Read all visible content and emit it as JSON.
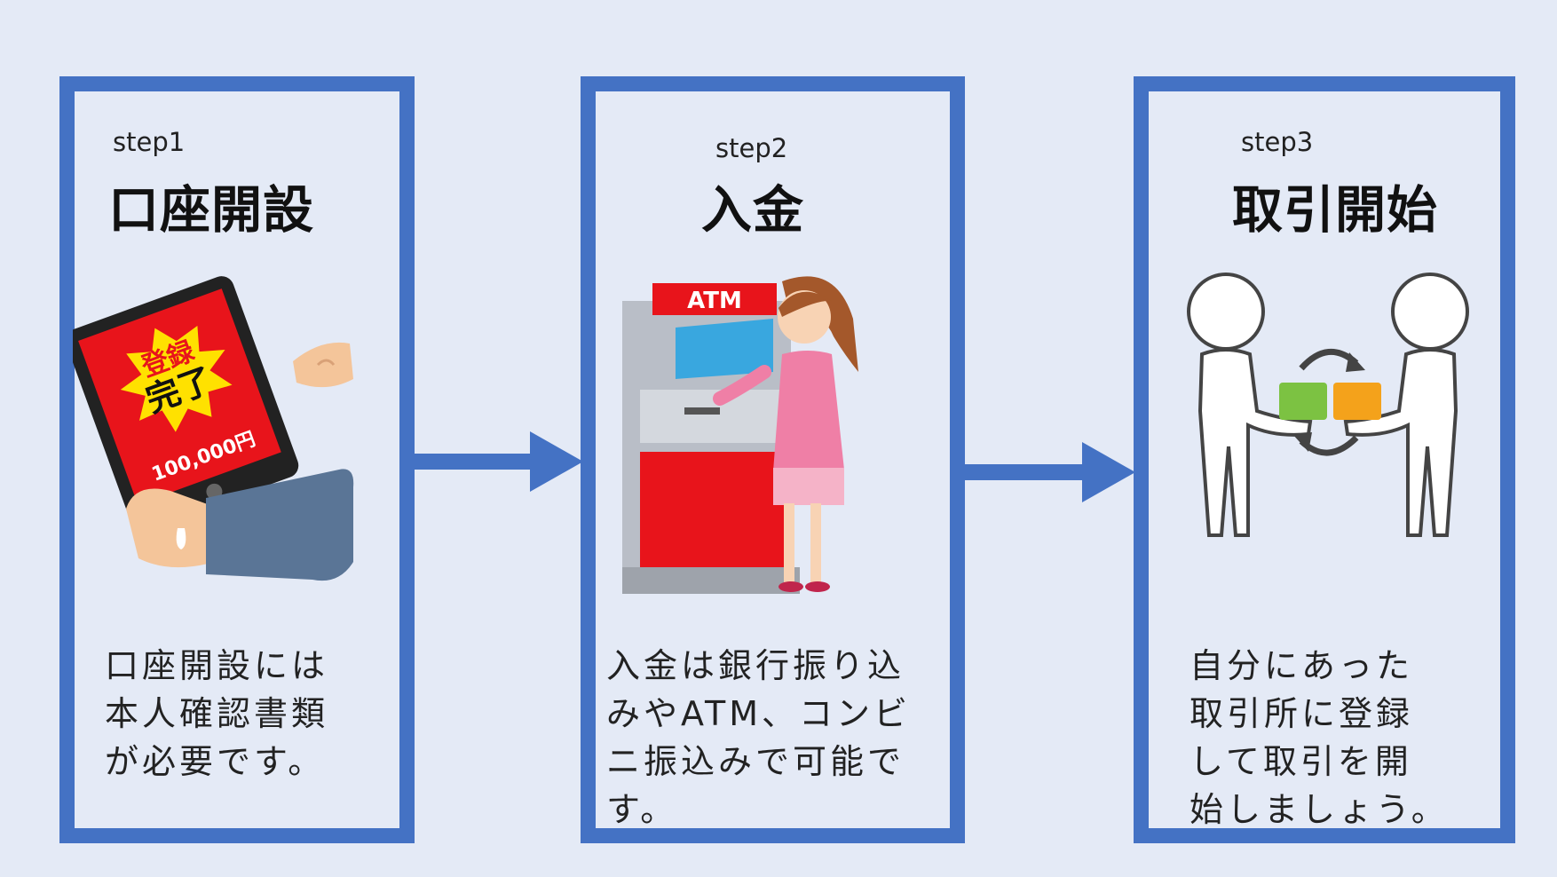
{
  "steps": [
    {
      "label": "step1",
      "title": "口座開設",
      "description": [
        "口座開設には",
        "本人確認書類",
        "が必要です。"
      ],
      "illustration": "tablet-registration-icon",
      "illustration_text": {
        "badge_line1": "登録",
        "badge_line2": "完了",
        "amount": "100,000円"
      }
    },
    {
      "label": "step2",
      "title": "入金",
      "description": [
        "入金は銀行振り込",
        "みやATM、コンビ",
        "ニ振込みで可能で",
        "す。"
      ],
      "illustration": "atm-deposit-icon",
      "illustration_text": {
        "sign": "ATM"
      }
    },
    {
      "label": "step3",
      "title": "取引開始",
      "description": [
        "自分にあった",
        "取引所に登録",
        "して取引を開",
        "始しましょう。"
      ],
      "illustration": "exchange-trade-icon"
    }
  ],
  "colors": {
    "background": "#e4eaf6",
    "frame": "#4472c4",
    "arrow": "#4472c4",
    "badge_red": "#e8141b",
    "badge_yellow": "#ffe100",
    "green_card": "#7cc242",
    "orange_card": "#f4a21b"
  }
}
